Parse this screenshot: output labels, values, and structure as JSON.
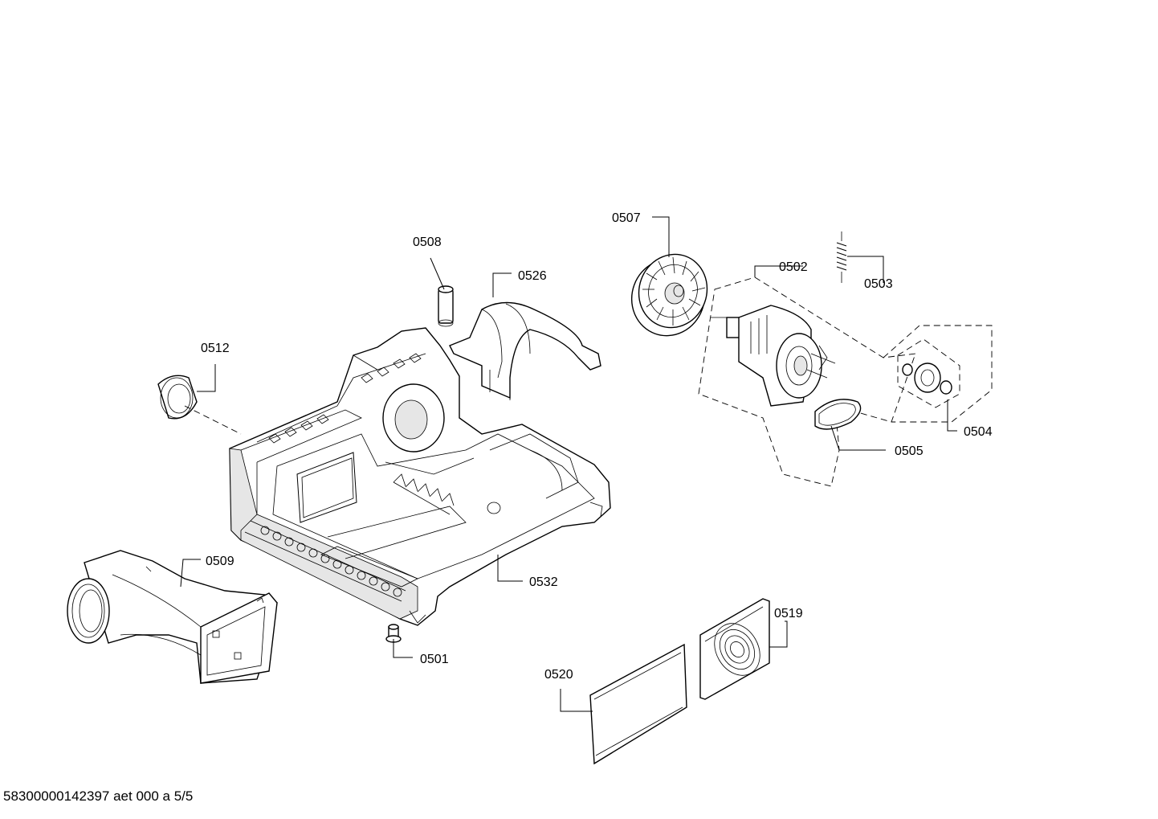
{
  "diagram": {
    "parts": [
      {
        "id": "p0501",
        "label": "0501"
      },
      {
        "id": "p0502",
        "label": "0502"
      },
      {
        "id": "p0503",
        "label": "0503"
      },
      {
        "id": "p0504",
        "label": "0504"
      },
      {
        "id": "p0505",
        "label": "0505"
      },
      {
        "id": "p0507",
        "label": "0507"
      },
      {
        "id": "p0508",
        "label": "0508"
      },
      {
        "id": "p0509",
        "label": "0509"
      },
      {
        "id": "p0512",
        "label": "0512"
      },
      {
        "id": "p0519",
        "label": "0519"
      },
      {
        "id": "p0520",
        "label": "0520"
      },
      {
        "id": "p0526",
        "label": "0526"
      },
      {
        "id": "p0532",
        "label": "0532"
      }
    ]
  },
  "footer": {
    "text": "58300000142397 aet 000 a 5/5"
  }
}
